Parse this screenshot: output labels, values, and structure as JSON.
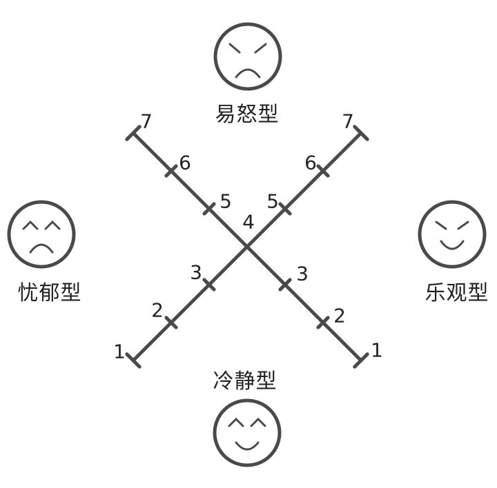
{
  "types": {
    "top": "易怒型",
    "left": "忧郁型",
    "right": "乐观型",
    "bottom": "冷静型"
  },
  "axis_a_ticks": [
    "1",
    "2",
    "3",
    "4",
    "5",
    "6",
    "7"
  ],
  "axis_b_ticks": [
    "1",
    "2",
    "3",
    "4",
    "5",
    "6",
    "7"
  ],
  "faces": {
    "top": "angry-face-icon",
    "left": "sad-face-icon",
    "right": "happy-face-icon",
    "bottom": "calm-face-icon"
  },
  "line_color": "#4a4a4a"
}
